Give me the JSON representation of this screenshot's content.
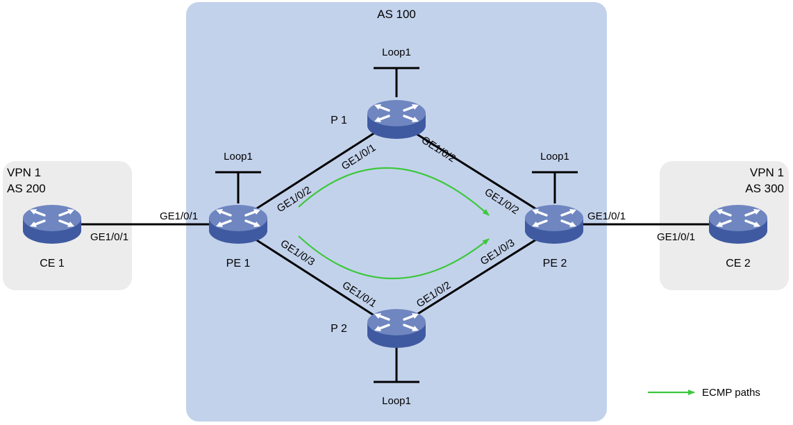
{
  "areas": {
    "as100": {
      "label": "AS 100",
      "fill": "#c3d2eb"
    },
    "vpn_left": {
      "line1": "VPN 1",
      "line2": "AS 200",
      "fill": "#ececec"
    },
    "vpn_right": {
      "line1": "VPN 1",
      "line2": "AS 300",
      "fill": "#ececec"
    }
  },
  "devices": {
    "ce1": {
      "name": "CE 1"
    },
    "ce2": {
      "name": "CE 2"
    },
    "pe1": {
      "name": "PE 1",
      "loopback": "Loop1"
    },
    "pe2": {
      "name": "PE 2",
      "loopback": "Loop1"
    },
    "p1": {
      "name": "P 1",
      "loopback": "Loop1"
    },
    "p2": {
      "name": "P 2",
      "loopback": "Loop1"
    }
  },
  "interfaces": {
    "ce1_ge1": "GE1/0/1",
    "pe1_ge1": "GE1/0/1",
    "pe1_ge2": "GE1/0/2",
    "pe1_ge3": "GE1/0/3",
    "p1_ge1": "GE1/0/1",
    "p1_ge2": "GE1/0/2",
    "p2_ge1": "GE1/0/1",
    "p2_ge2": "GE1/0/2",
    "pe2_ge1": "GE1/0/1",
    "pe2_ge2": "GE1/0/2",
    "pe2_ge3": "GE1/0/3",
    "ce2_ge1": "GE1/0/1"
  },
  "legend": {
    "label": "ECMP paths",
    "color": "#3cc83c"
  },
  "colors": {
    "router_top": "#6f86c0",
    "router_body": "#3f5aa0",
    "link": "#000000"
  }
}
